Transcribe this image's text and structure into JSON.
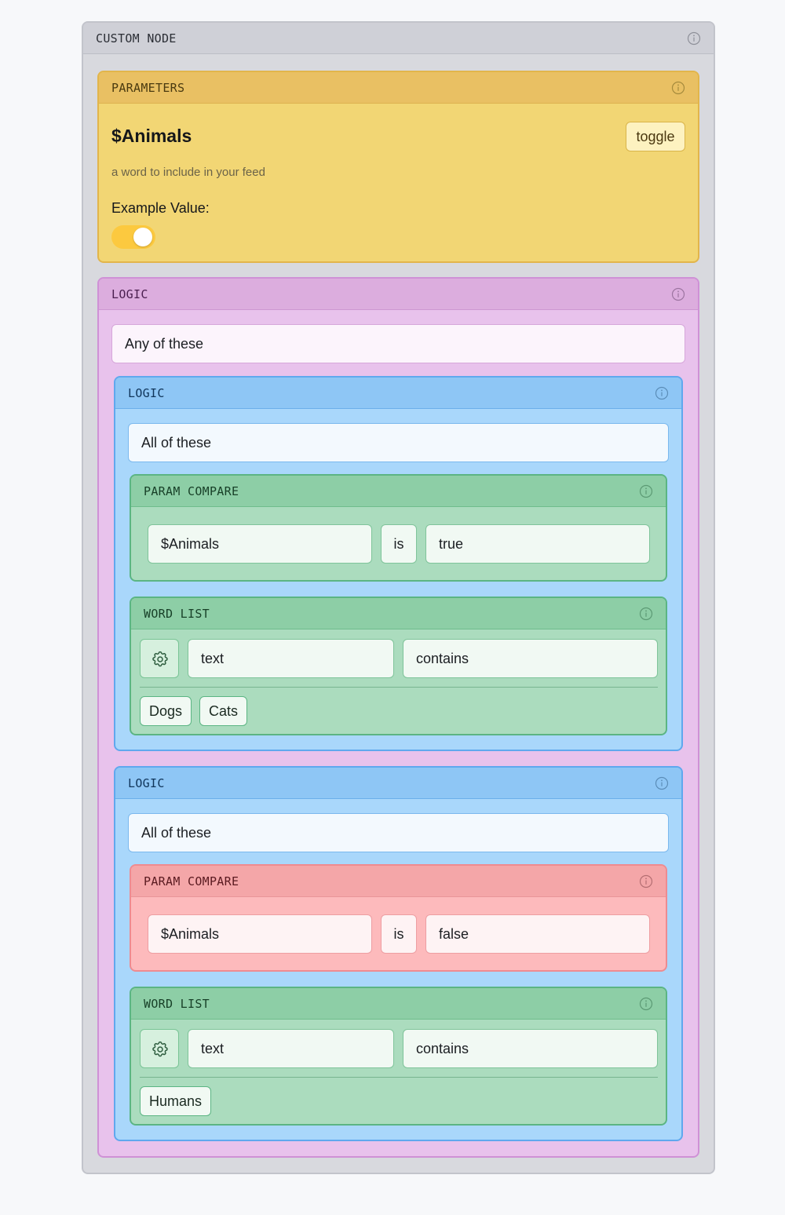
{
  "custom_node": {
    "title": "CUSTOM NODE",
    "parameters": {
      "title": "PARAMETERS",
      "param_name": "$Animals",
      "toggle_label": "toggle",
      "description": "a word to include in your feed",
      "example_label": "Example Value:",
      "example_value": true
    },
    "root_logic": {
      "title": "LOGIC",
      "mode": "Any of these",
      "groups": [
        {
          "title": "LOGIC",
          "mode": "All of these",
          "param_compare": {
            "title": "PARAM COMPARE",
            "param": "$Animals",
            "operator": "is",
            "value": "true"
          },
          "word_list": {
            "title": "WORD LIST",
            "field": "text",
            "operator": "contains",
            "words": [
              "Dogs",
              "Cats"
            ]
          }
        },
        {
          "title": "LOGIC",
          "mode": "All of these",
          "param_compare": {
            "title": "PARAM COMPARE",
            "param": "$Animals",
            "operator": "is",
            "value": "false"
          },
          "word_list": {
            "title": "WORD LIST",
            "field": "text",
            "operator": "contains",
            "words": [
              "Humans"
            ]
          }
        }
      ]
    }
  },
  "icons": {
    "info": "info-icon",
    "settings": "gear-icon"
  },
  "colors": {
    "outer_bg": "#d8d9de",
    "parameters_bg": "#f2d674",
    "logic_outer_bg": "#e8c2ec",
    "logic_inner_bg": "#a9d7fb",
    "compare_true_bg": "#abdcbe",
    "compare_false_bg": "#fdbabc",
    "word_list_bg": "#abdcbe",
    "toggle_on": "#fcc93f"
  }
}
